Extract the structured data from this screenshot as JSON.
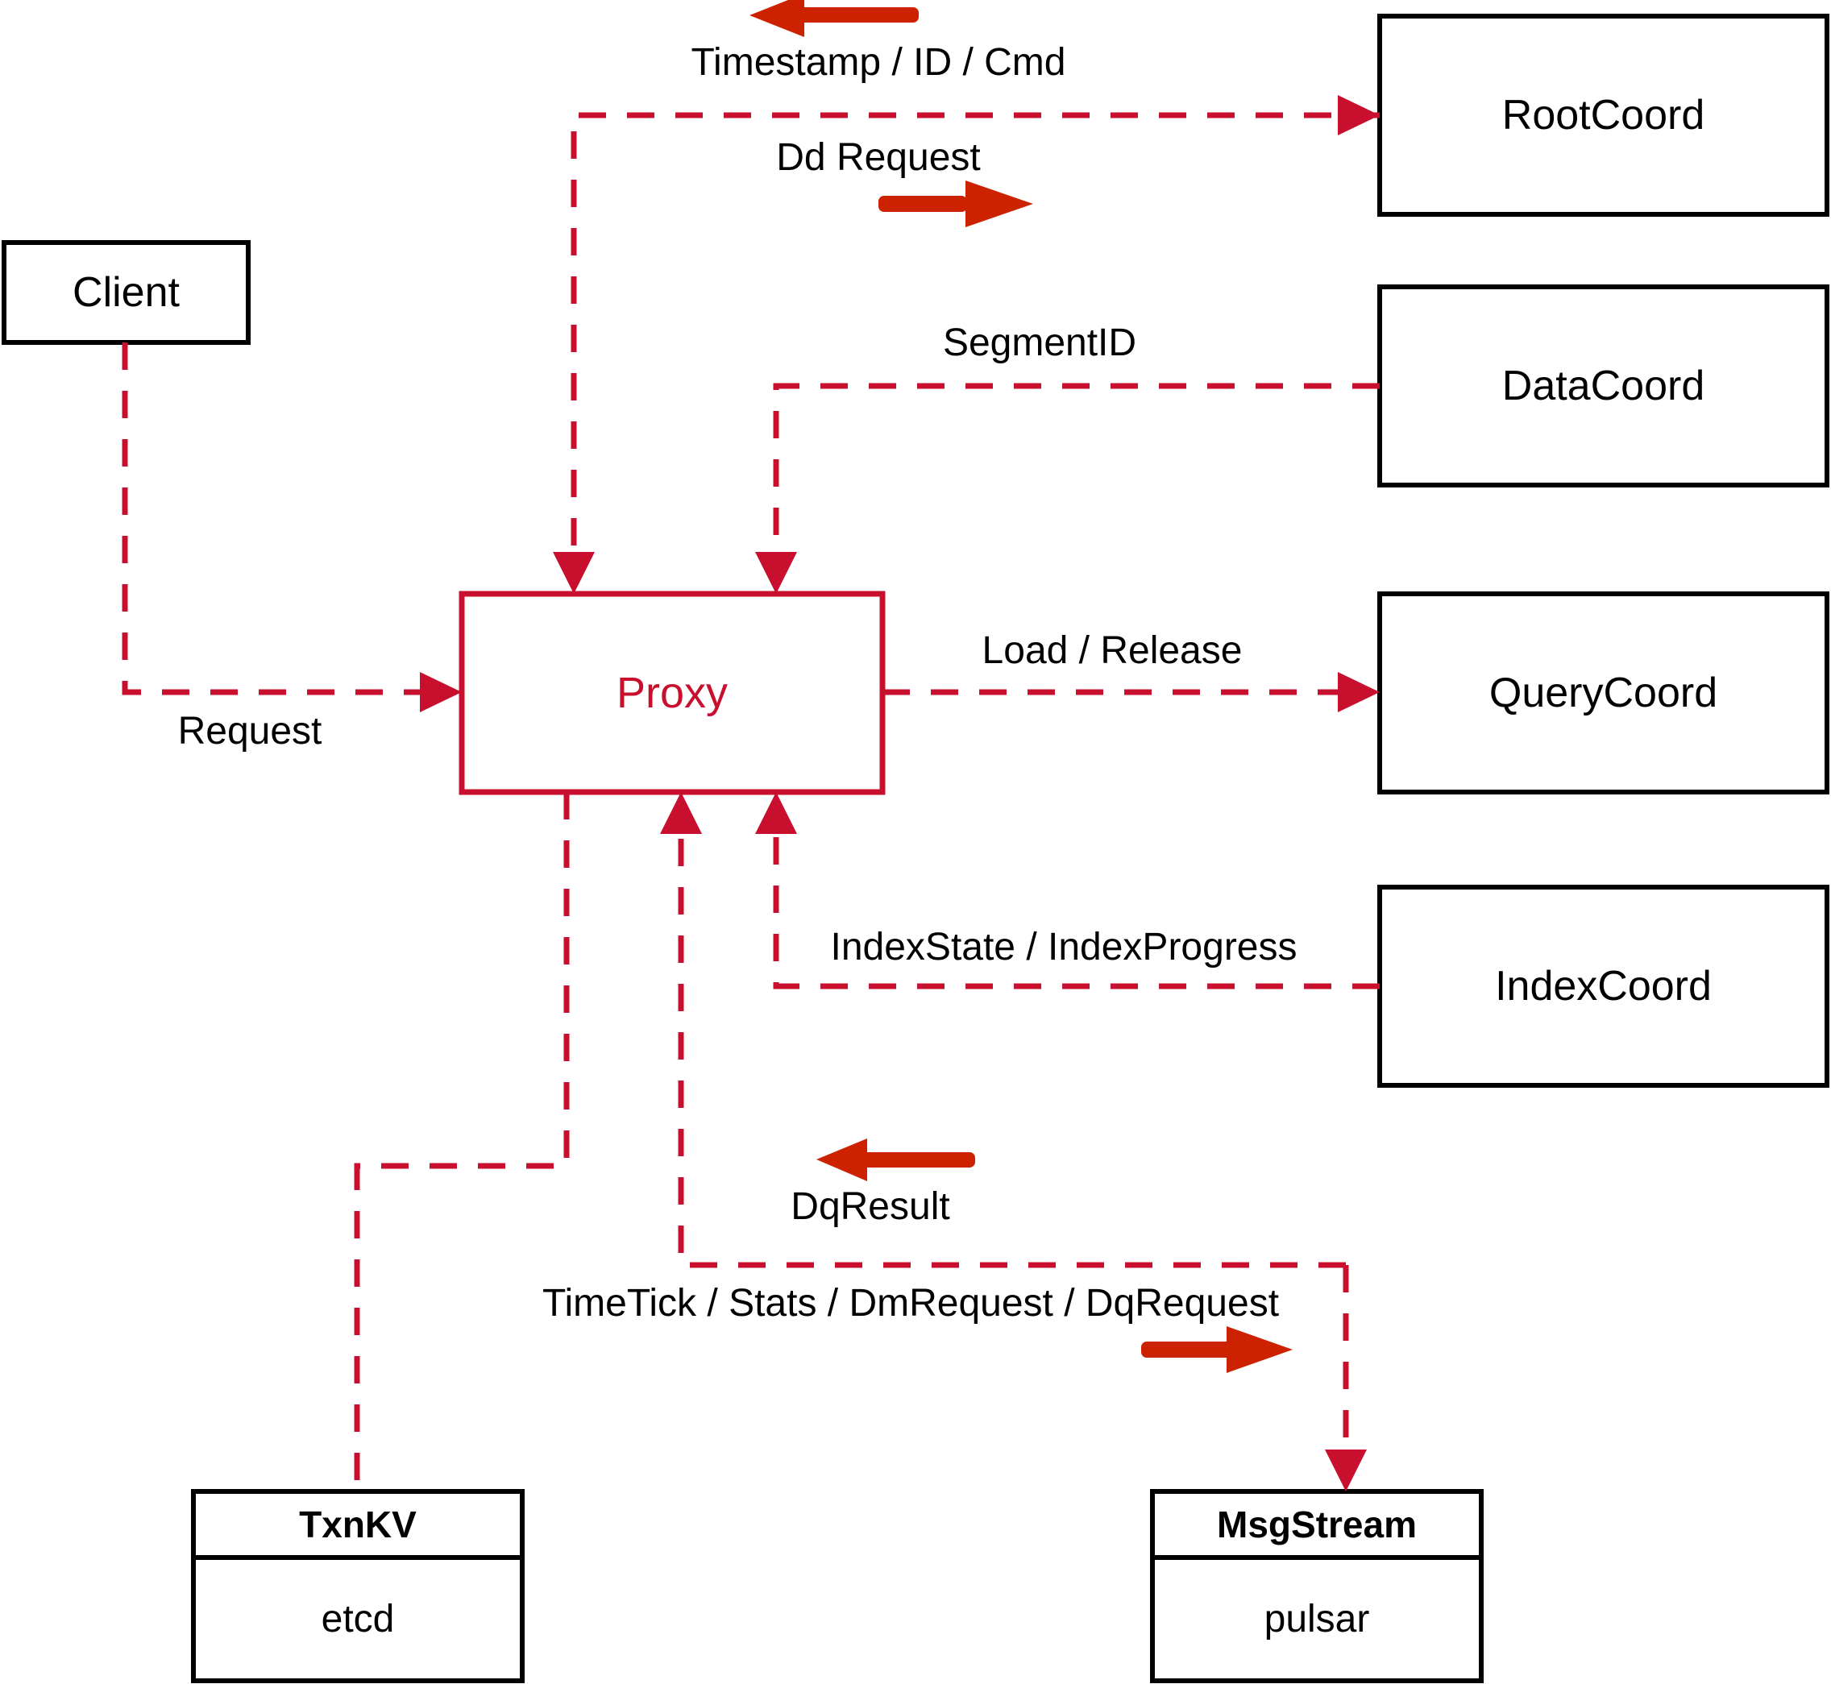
{
  "diagram": {
    "title": "Milvus Proxy interaction diagram",
    "colors": {
      "component_stroke": "#000000",
      "proxy_stroke": "#C8102E",
      "dashed_edge": "#C8102E",
      "solid_arrow": "#CC2200",
      "background": "#FFFFFF"
    },
    "nodes": [
      {
        "id": "client",
        "label": "Client",
        "style": "plain"
      },
      {
        "id": "proxy",
        "label": "Proxy",
        "style": "accent"
      },
      {
        "id": "rootcoord",
        "label": "RootCoord",
        "style": "plain"
      },
      {
        "id": "datacoord",
        "label": "DataCoord",
        "style": "plain"
      },
      {
        "id": "querycoord",
        "label": "QueryCoord",
        "style": "plain"
      },
      {
        "id": "indexcoord",
        "label": "IndexCoord",
        "style": "plain"
      }
    ],
    "store_nodes": [
      {
        "id": "txnkv",
        "header": "TxnKV",
        "body": "etcd"
      },
      {
        "id": "msgstream",
        "header": "MsgStream",
        "body": "pulsar"
      }
    ],
    "edge_labels": {
      "timestamp_id_cmd": "Timestamp / ID / Cmd",
      "dd_request": "Dd Request",
      "segment_id": "SegmentID",
      "request": "Request",
      "load_release": "Load / Release",
      "index_state_progress": "IndexState / IndexProgress",
      "dq_result": "DqResult",
      "timetick_stats": "TimeTick / Stats / DmRequest / DqRequest"
    }
  }
}
